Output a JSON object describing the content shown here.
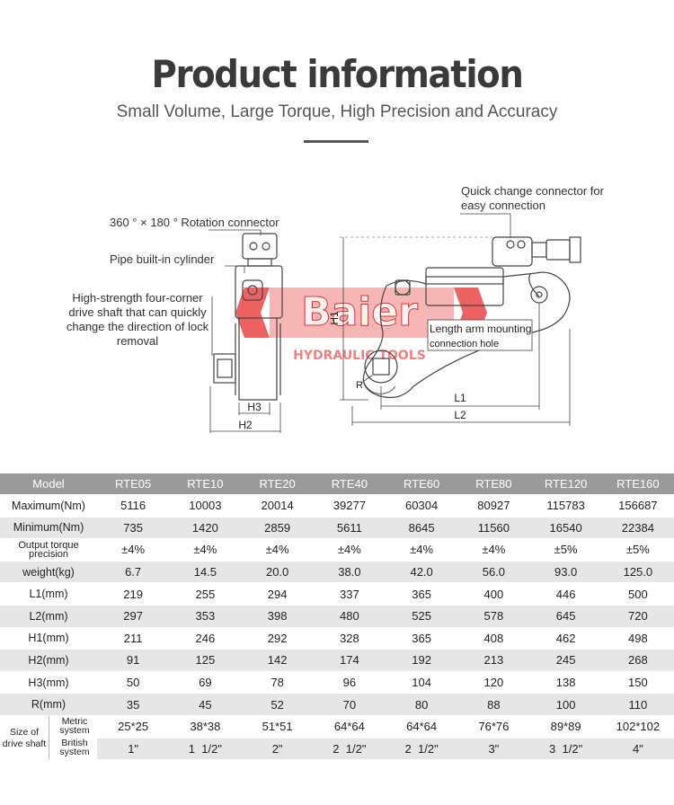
{
  "header": {
    "title": "Product information",
    "subtitle": "Small Volume, Large Torque, High Precision and Accuracy"
  },
  "diagram": {
    "callouts": {
      "rotation": "360 ° × 180 ° Rotation connector",
      "cylinder": "Pipe built-in cylinder",
      "drive_shaft": "High-strength four-corner drive shaft that can quickly change the direction of lock removal",
      "quick_change": "Quick change connector for easy connection",
      "arm_mounting_1": "Length arm mounting",
      "arm_mounting_2": "connection hole"
    },
    "dims": {
      "h1": "H1",
      "h2": "H2",
      "h3": "H3",
      "l1": "L1",
      "l2": "L2",
      "r": "R"
    },
    "watermark": {
      "brand": "Baier",
      "sub": "HYDRAULIC TOOLS"
    }
  },
  "table": {
    "header_label": "Model",
    "models": [
      "RTE05",
      "RTE10",
      "RTE20",
      "RTE40",
      "RTE60",
      "RTE80",
      "RTE120",
      "RTE160"
    ],
    "rows": [
      {
        "label": "Maximum(Nm)",
        "values": [
          "5116",
          "10003",
          "20014",
          "39277",
          "60304",
          "80927",
          "115783",
          "156687"
        ]
      },
      {
        "label": "Minimum(Nm)",
        "values": [
          "735",
          "1420",
          "2859",
          "5611",
          "8645",
          "11560",
          "16540",
          "22384"
        ]
      },
      {
        "label": "Output torque precision",
        "values": [
          "±4%",
          "±4%",
          "±4%",
          "±4%",
          "±4%",
          "±4%",
          "±5%",
          "±5%"
        ]
      },
      {
        "label": "weight(kg)",
        "values": [
          "6.7",
          "14.5",
          "20.0",
          "38.0",
          "42.0",
          "56.0",
          "93.0",
          "125.0"
        ]
      },
      {
        "label": "L1(mm)",
        "values": [
          "219",
          "255",
          "294",
          "337",
          "365",
          "400",
          "446",
          "500"
        ]
      },
      {
        "label": "L2(mm)",
        "values": [
          "297",
          "353",
          "398",
          "480",
          "525",
          "578",
          "645",
          "720"
        ]
      },
      {
        "label": "H1(mm)",
        "values": [
          "211",
          "246",
          "292",
          "328",
          "365",
          "408",
          "462",
          "498"
        ]
      },
      {
        "label": "H2(mm)",
        "values": [
          "91",
          "125",
          "142",
          "174",
          "192",
          "213",
          "245",
          "268"
        ]
      },
      {
        "label": "H3(mm)",
        "values": [
          "50",
          "69",
          "78",
          "96",
          "104",
          "120",
          "138",
          "150"
        ]
      },
      {
        "label": "R(mm)",
        "values": [
          "35",
          "45",
          "52",
          "70",
          "80",
          "88",
          "100",
          "110"
        ]
      }
    ],
    "drive_shaft": {
      "label": "Size of drive shaft",
      "metric_label": "Metric system",
      "metric_values": [
        "25*25",
        "38*38",
        "51*51",
        "64*64",
        "64*64",
        "76*76",
        "89*89",
        "102*102"
      ],
      "british_label": "British system",
      "british_values": [
        "1\"",
        "1  1/2\"",
        "2\"",
        "2  1/2\"",
        "2  1/2\"",
        "3\"",
        "3  1/2\"",
        "4\""
      ]
    }
  }
}
